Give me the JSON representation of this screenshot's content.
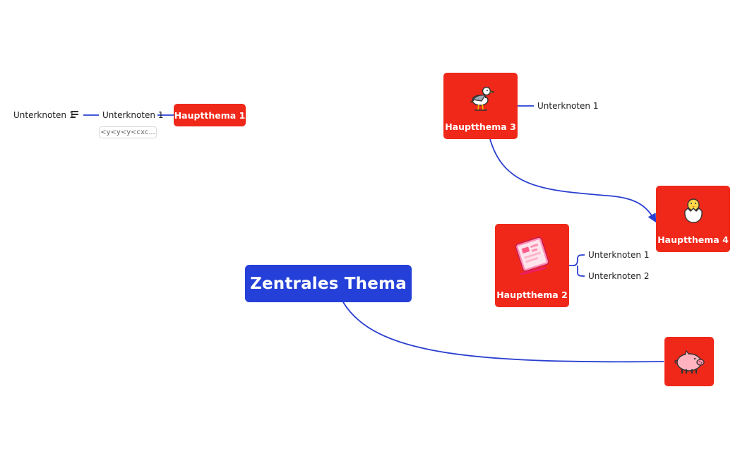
{
  "central": {
    "label": "Zentrales Thema"
  },
  "topics": {
    "t1": {
      "label": "Hauptthema 1",
      "icon": null
    },
    "t2": {
      "label": "Hauptthema 2",
      "icon": "notebook-icon"
    },
    "t3": {
      "label": "Hauptthema 3",
      "icon": "seagull-icon"
    },
    "t4": {
      "label": "Hauptthema 4",
      "icon": "hatching-chick-icon"
    },
    "t5": {
      "label": "",
      "icon": "pig-icon"
    }
  },
  "subtopics": {
    "t1_child": "Unterknoten 1",
    "t1_grandchild": "Unterknoten 1",
    "t1_tag": "<y<y<y<cxc...",
    "t3_child": "Unterknoten 1",
    "t2_child1": "Unterknoten 1",
    "t2_child2": "Unterknoten 2"
  },
  "colors": {
    "central": "#2440d8",
    "topic": "#f0281a",
    "connector": "#2a3fd0"
  }
}
